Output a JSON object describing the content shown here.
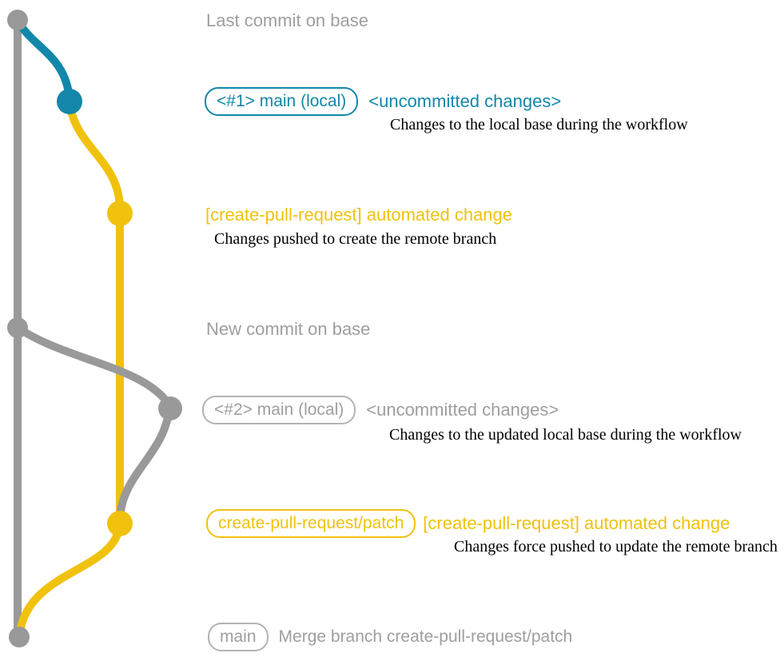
{
  "colors": {
    "gray": "#999999",
    "gray_text": "#9e9e9e",
    "gray_border": "#b3b3b3",
    "blue": "#1287aa",
    "yellow": "#f0c20e"
  },
  "graph": {
    "branches": [
      {
        "name": "base",
        "color": "#999999"
      },
      {
        "name": "main (local)",
        "color": "#1287aa"
      },
      {
        "name": "create-pull-request/patch",
        "color": "#f0c20e"
      }
    ]
  },
  "rows": {
    "last_commit": {
      "label": "Last commit on base"
    },
    "local1": {
      "badge": "<#1> main (local)",
      "heading": "<uncommitted changes>",
      "note": "Changes to the local base during the workflow"
    },
    "push1": {
      "heading": "[create-pull-request] automated change",
      "note": "Changes pushed to create the remote branch"
    },
    "new_commit": {
      "label": "New commit on base"
    },
    "local2": {
      "badge": "<#2> main (local)",
      "heading": "<uncommitted changes>",
      "note": "Changes to the updated local base during the workflow"
    },
    "push2": {
      "badge": "create-pull-request/patch",
      "heading": "[create-pull-request] automated change",
      "note": "Changes force pushed to update the remote branch"
    },
    "merge": {
      "badge": "main",
      "heading": "Merge branch create-pull-request/patch"
    }
  }
}
